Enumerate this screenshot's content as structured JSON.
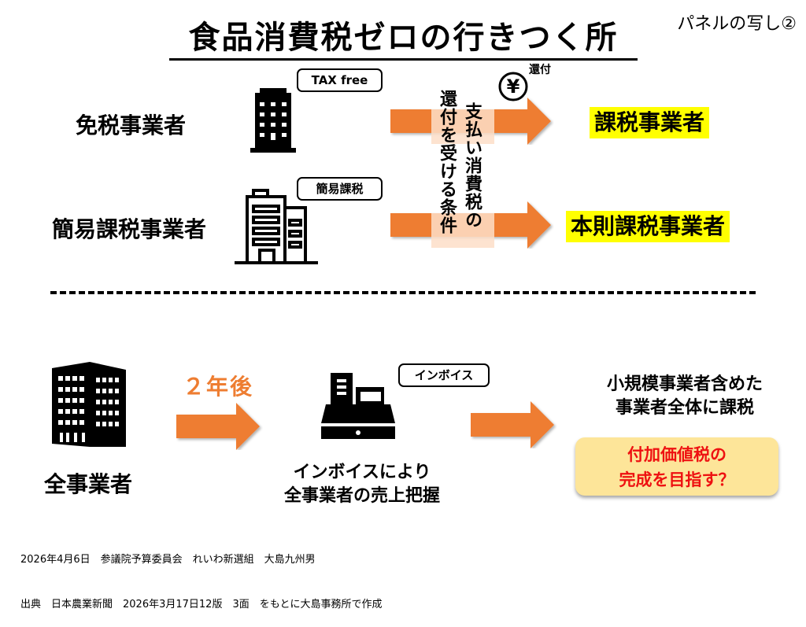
{
  "header": {
    "title": "食品消費税ゼロの行きつく所",
    "panel_label": "パネルの写し②"
  },
  "top_section": {
    "row1": {
      "left_label": "免税事業者",
      "tag": "TAX free",
      "right_label": "課税事業者",
      "yen_symbol": "¥",
      "refund_label": "還付"
    },
    "row2": {
      "left_label": "簡易課税事業者",
      "tag": "簡易課税",
      "right_label": "本則課税事業者"
    },
    "vertical_text_col1": "支払い消費税の",
    "vertical_text_col2": "還付を受ける条件"
  },
  "bottom_section": {
    "left_label": "全事業者",
    "arrow_label": "２年後",
    "invoice_tag": "インボイス",
    "middle_text_line1": "インボイスにより",
    "middle_text_line2": "全事業者の売上把握",
    "right_text_line1": "小規模事業者含めた",
    "right_text_line2": "事業者全体に課税",
    "callout_line1": "付加価値税の",
    "callout_line2": "完成を目指す？"
  },
  "footer": {
    "line1": "2026年4月6日　参議院予算委員会　れいわ新選組　大島九州男",
    "line2": "出典　日本農業新聞　2026年3月17日12版　3面　をもとに大島事務所で作成"
  },
  "colors": {
    "arrow_orange": "#ee7d31",
    "highlight_yellow": "#ffff00",
    "callout_fill": "#fde599",
    "callout_text": "#ee1111"
  }
}
